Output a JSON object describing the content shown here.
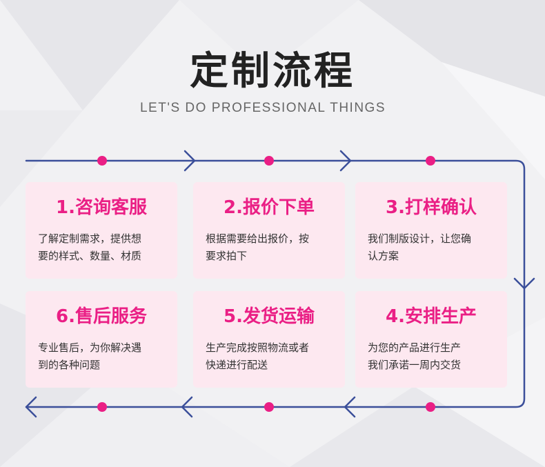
{
  "header": {
    "title": "定制流程",
    "subtitle": "LET'S DO PROFESSIONAL THINGS"
  },
  "colors": {
    "accent_pink": "#ea1f85",
    "line_blue": "#3b4f9a",
    "card_bg": "#fde8f0"
  },
  "steps": [
    {
      "title": "1.咨询客服",
      "desc_line1": "了解定制需求，提供想",
      "desc_line2": "要的样式、数量、材质"
    },
    {
      "title": "2.报价下单",
      "desc_line1": "根据需要给出报价，按",
      "desc_line2": "要求拍下"
    },
    {
      "title": "3.打样确认",
      "desc_line1": "我们制版设计，让您确",
      "desc_line2": "认方案"
    },
    {
      "title": "4.安排生产",
      "desc_line1": "为您的产品进行生产",
      "desc_line2": "我们承诺一周内交货"
    },
    {
      "title": "5.发货运输",
      "desc_line1": "生产完成按照物流或者",
      "desc_line2": "快递进行配送"
    },
    {
      "title": "6.售后服务",
      "desc_line1": "专业售后，为你解决遇",
      "desc_line2": "到的各种问题"
    }
  ]
}
